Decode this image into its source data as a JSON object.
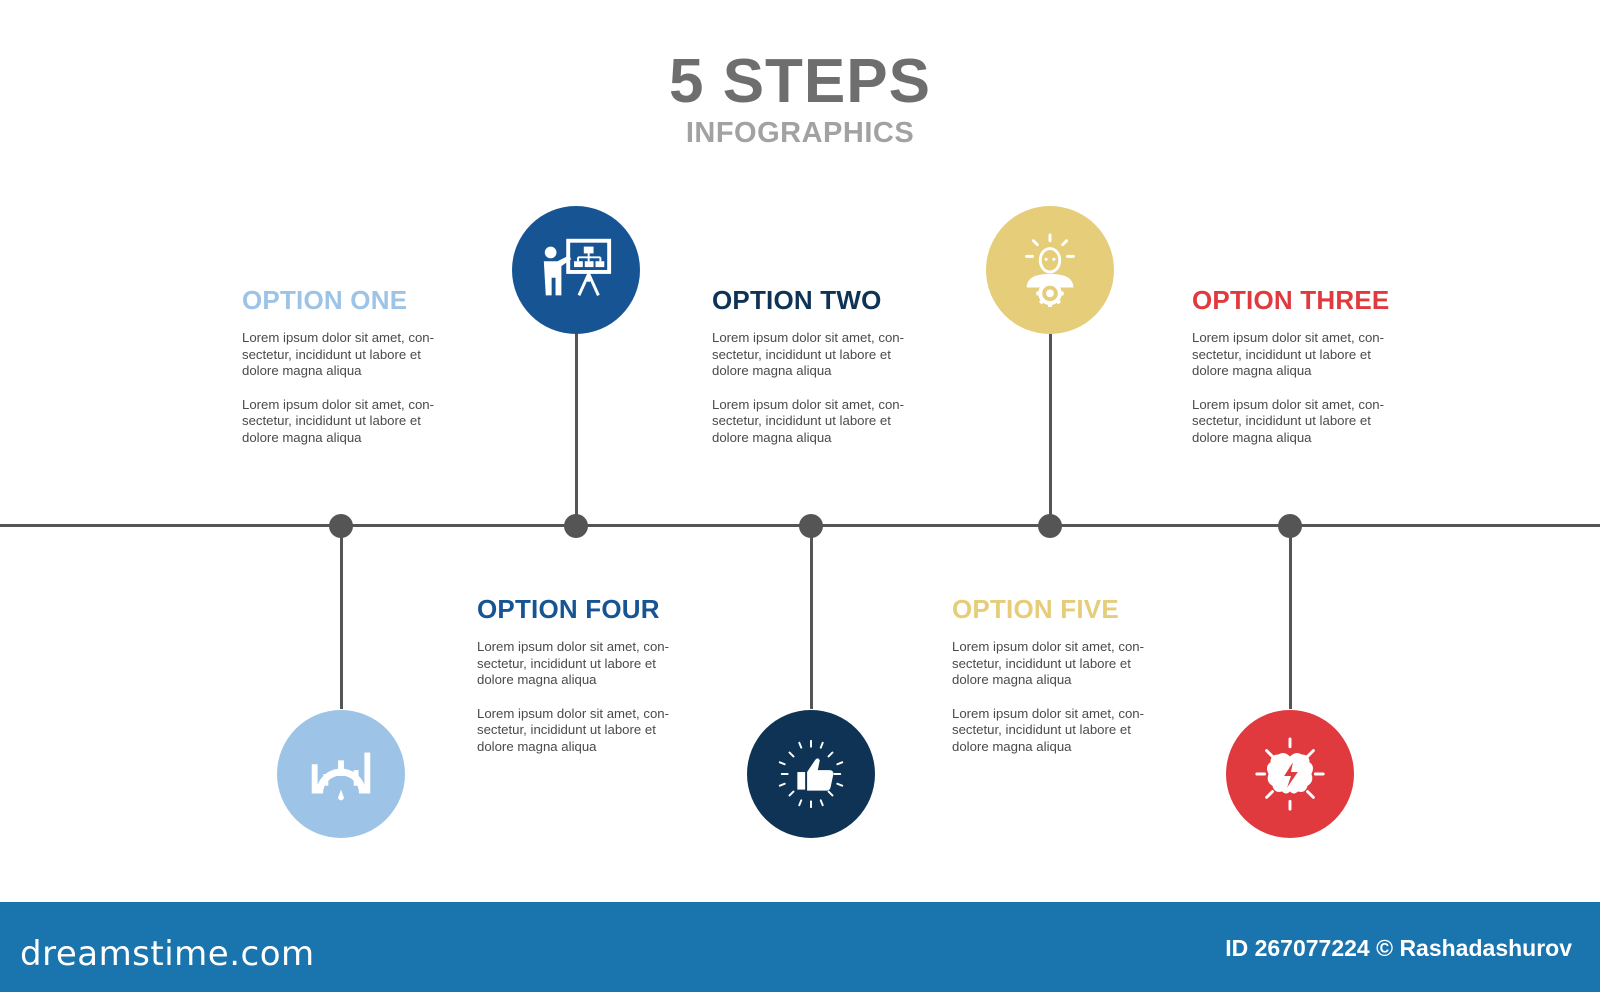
{
  "header": {
    "title": "5 STEPS",
    "subtitle": "INFOGRAPHICS"
  },
  "colors": {
    "line": "#555555",
    "option_one": "#9dc3e6",
    "option_two": "#0e3354",
    "option_three": "#e03a3e",
    "option_four": "#175494",
    "option_five": "#e5cd7a",
    "footer": "#1a74ad"
  },
  "options": [
    {
      "title": "OPTION ONE",
      "paragraph_1": "Lorem ipsum dolor sit amet, con-sectetur, incididunt ut labore et dolore magna aliqua",
      "paragraph_2": "Lorem ipsum dolor sit amet, con-sectetur, incididunt ut labore et dolore magna aliqua",
      "icon": "gauge-bar-chart-icon"
    },
    {
      "title": "OPTION TWO",
      "paragraph_1": "Lorem ipsum dolor sit amet, con-sectetur, incididunt ut labore et dolore magna aliqua",
      "paragraph_2": "Lorem ipsum dolor sit amet, con-sectetur, incididunt ut labore et dolore magna aliqua",
      "icon": "thumbs-up-icon"
    },
    {
      "title": "OPTION THREE",
      "paragraph_1": "Lorem ipsum dolor sit amet, con-sectetur, incididunt ut labore et dolore magna aliqua",
      "paragraph_2": "Lorem ipsum dolor sit amet, con-sectetur, incididunt ut labore et dolore magna aliqua",
      "icon": "brain-lightning-icon"
    },
    {
      "title": "OPTION FOUR",
      "paragraph_1": "Lorem ipsum dolor sit amet, con-sectetur, incididunt ut labore et dolore magna aliqua",
      "paragraph_2": "Lorem ipsum dolor sit amet, con-sectetur, incididunt ut labore et dolore magna aliqua",
      "icon": "presentation-flowchart-icon"
    },
    {
      "title": "OPTION FIVE",
      "paragraph_1": "Lorem ipsum dolor sit amet, con-sectetur, incididunt ut labore et dolore magna aliqua",
      "paragraph_2": "Lorem ipsum dolor sit amet, con-sectetur, incididunt ut labore et dolore magna aliqua",
      "icon": "person-gear-idea-icon"
    }
  ],
  "footer": {
    "brand": "dreamstime.com",
    "credit": "ID 267077224 © Rashadashurov"
  }
}
